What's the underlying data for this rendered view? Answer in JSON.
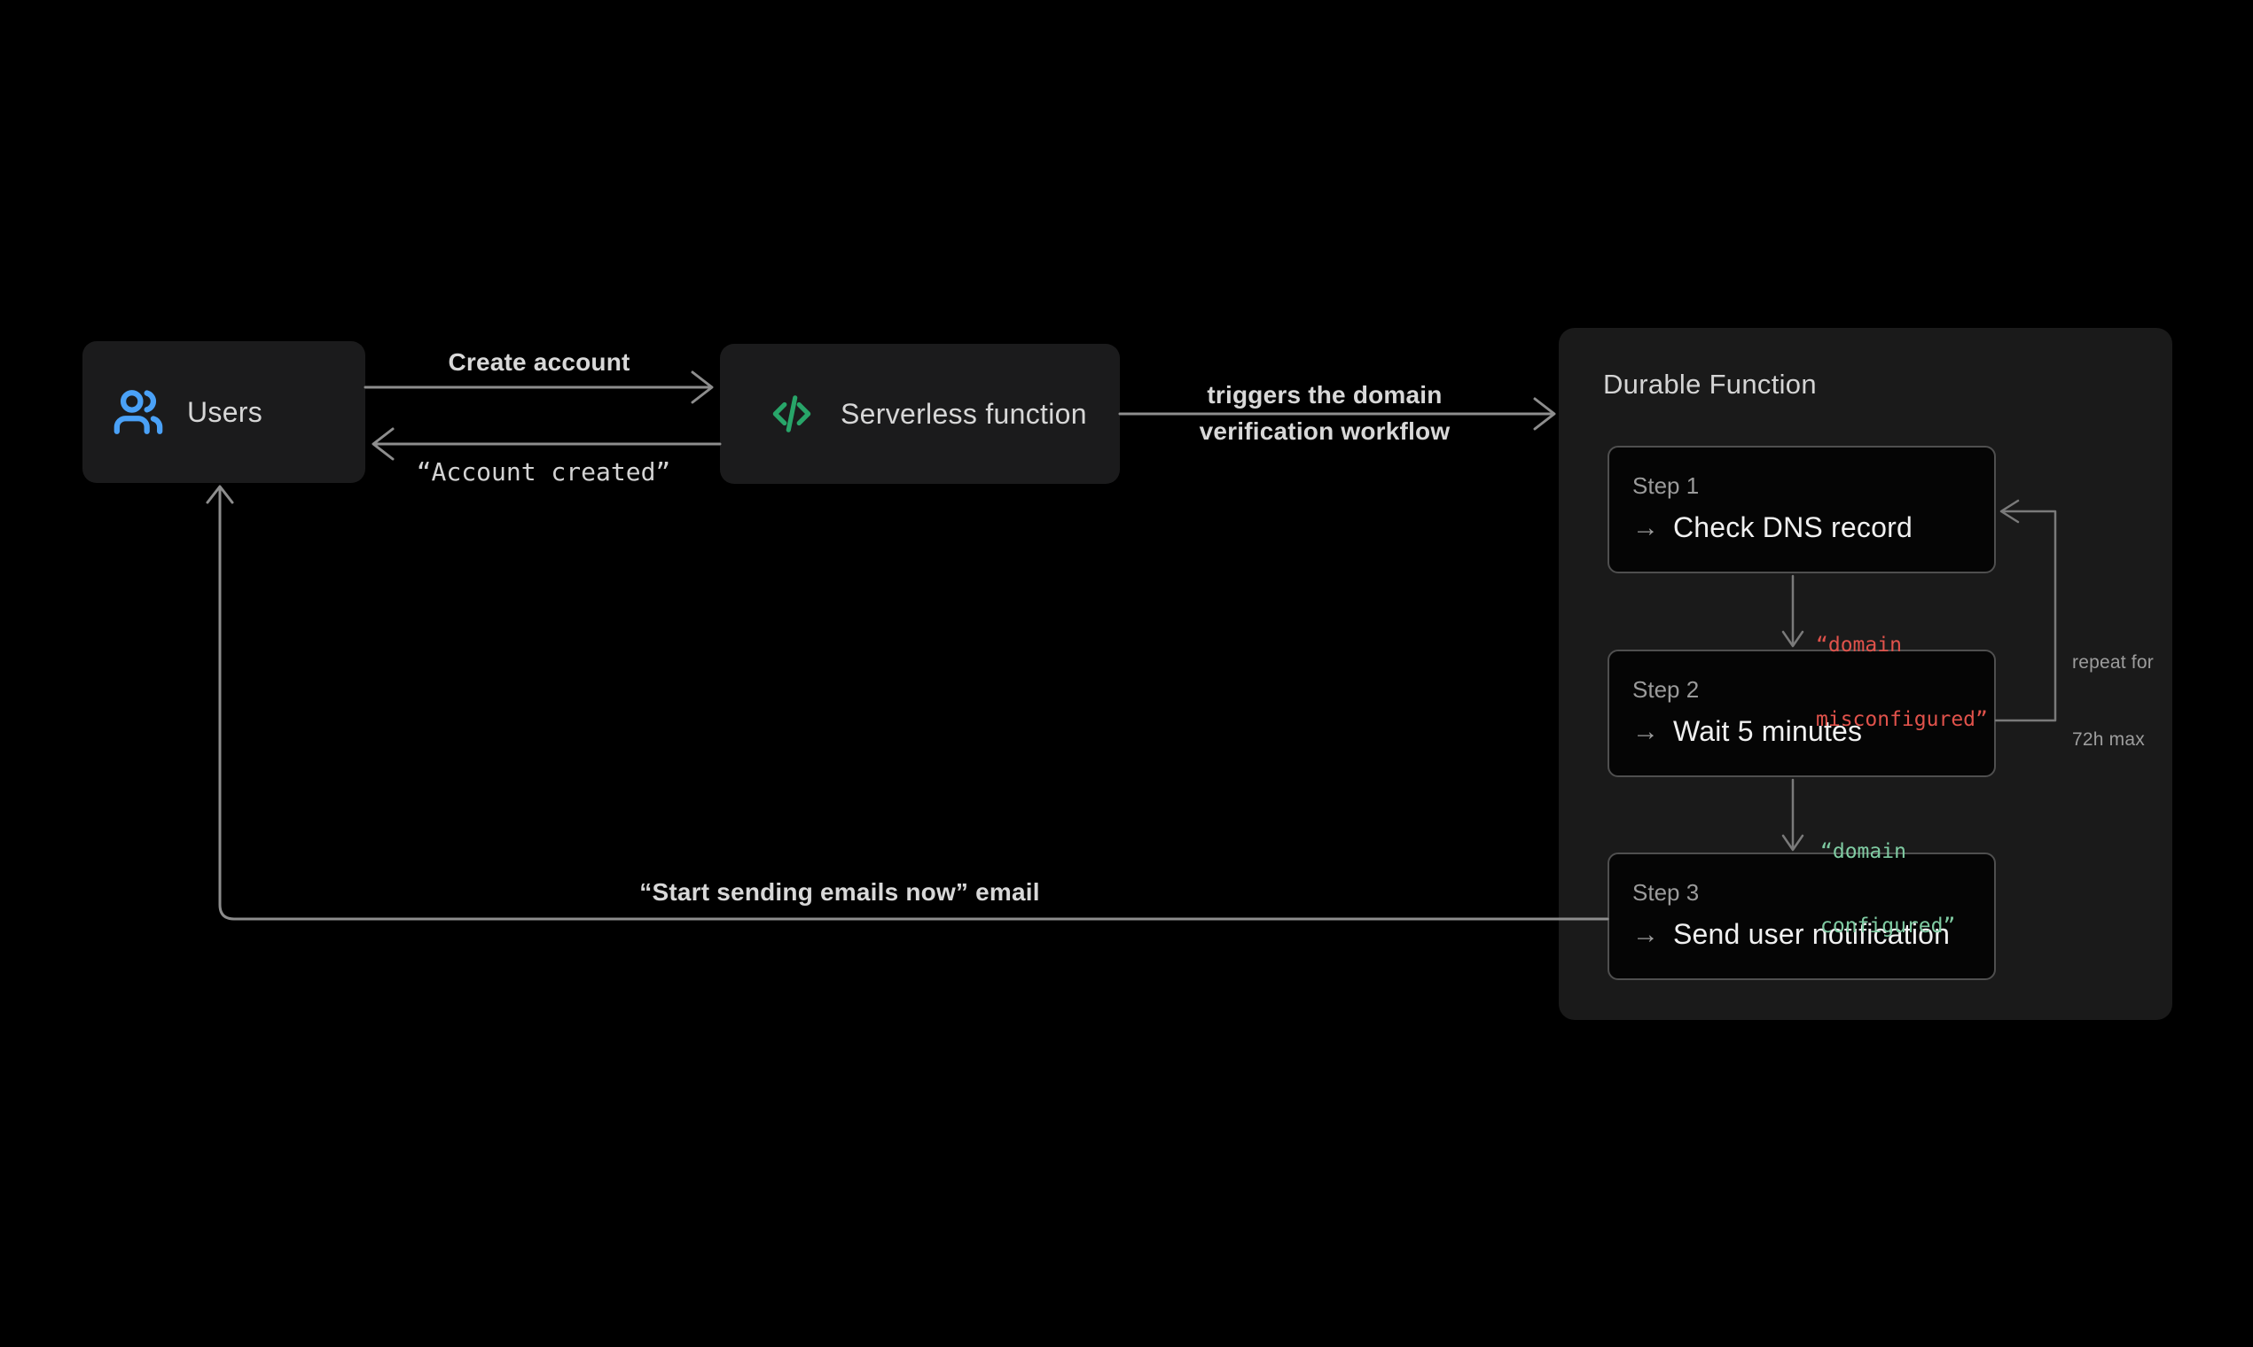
{
  "colors": {
    "background": "#000000",
    "node_fill": "#1b1b1c",
    "panel_fill": "#1a1a1a",
    "step_fill": "#050505",
    "step_border": "#4f4f4f",
    "connector_line": "#8d8d8d",
    "loop_line": "#7a7a7a",
    "text_primary": "#f0f0f0",
    "text_secondary": "#d6d6d6",
    "text_muted": "#9b9b9b",
    "users_icon_blue": "#4aa1f7",
    "code_icon_green": "#28a569",
    "misconfigured_red": "#e0524b",
    "configured_green": "#7fcba2"
  },
  "glyphs": {
    "arrow_right": "→"
  },
  "nodes": {
    "users": {
      "label": "Users",
      "icon": "users-icon"
    },
    "serverless": {
      "label": "Serverless function",
      "icon": "code-icon"
    },
    "durable": {
      "title": "Durable Function",
      "steps": [
        {
          "label": "Step 1",
          "action": "Check DNS record"
        },
        {
          "label": "Step 2",
          "action": "Wait 5 minutes"
        },
        {
          "label": "Step 3",
          "action": "Send user notification"
        }
      ]
    }
  },
  "edges": {
    "create_account": {
      "label": "Create account"
    },
    "account_created": {
      "label": "“Account created”"
    },
    "triggers": {
      "line1": "triggers the domain",
      "line2": "verification workflow"
    },
    "misconfigured": {
      "line1": "“domain",
      "line2": "misconfigured”"
    },
    "configured": {
      "line1": "“domain",
      "line2": "configured”"
    },
    "repeat": {
      "line1": "repeat for",
      "line2": "72h max"
    },
    "start_sending": {
      "label": "“Start sending emails now” email"
    }
  }
}
